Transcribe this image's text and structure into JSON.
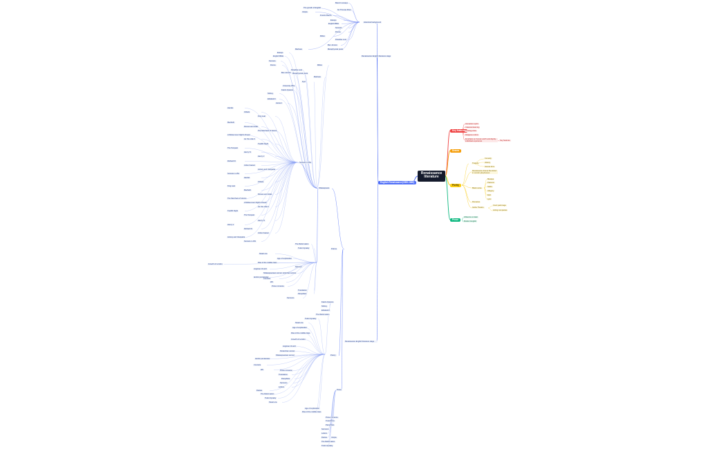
{
  "map": {
    "root": "Renaissance literature",
    "english_branch": "English Renaissance(1500-1660)",
    "drama": "Drama",
    "poetry": "Poetry",
    "prose": "Prose",
    "shakespeare": "Shakespeare",
    "spenser": "Spenser",
    "historical_background": "Historical background",
    "english_literature_stage": "Renaissance English literature stage",
    "early_texts": [
      "Bacon's essays",
      "The growth of English",
      "Sir Thomas More",
      "Utopia",
      "Francis Bacon",
      "Essays",
      "English Bible",
      "Sonnets",
      "Donne",
      "Milton",
      "Paradise Lost",
      "Ben Jonson",
      "Metaphysical poets",
      "Marlowe",
      "Kyd",
      "University Wits",
      "Faerie Queene",
      "Sidney",
      "Elizabeth I",
      "James I"
    ],
    "shakespeare_works": [
      "Hamlet",
      "Othello",
      "King Lear",
      "Macbeth",
      "Romeo and Juliet",
      "The Merchant of Venice",
      "A Midsummer Night's Dream",
      "As You Like It",
      "Twelfth Night",
      "The Tempest",
      "Henry IV",
      "Henry V",
      "Richard III",
      "Julius Caesar",
      "Antony and Cleopatra",
      "Sonnets 1-154"
    ],
    "right_red": [
      "Humanism spirit",
      "Classical learning",
      "Printing press",
      "Religious reform"
    ],
    "right_red_long": "Emphasis on human worth and dignity; individual experience",
    "right_red_tag": "Key features",
    "right_yellow": [
      "Tragedy",
      "Comedy",
      "History",
      "Sonnet form",
      "Blank verse",
      "Masque",
      "Pastoral",
      "Satire",
      "Allegory",
      "Epic",
      "Lyric",
      "Romance"
    ],
    "right_yellow_long": "Renaissance drama flourished in London playhouses",
    "right_yellow_tail": [
      "Globe Theatre",
      "Court patronage",
      "Acting companies"
    ],
    "right_green": [
      "Influence on later",
      "Modern English"
    ],
    "lower_items": [
      "The Reformation",
      "Tudor dynasty",
      "Stuart era",
      "Age of exploration",
      "Rise of the middle class",
      "Growth of London",
      "Anglican Church",
      "Petrarchan sonnet",
      "Shakespearean sonnet",
      "Iambic pentameter",
      "Conceits",
      "Wit",
      "Prose romance",
      "Translation",
      "Pamphlets",
      "Sermons",
      "Letters",
      "Diaries"
    ]
  }
}
